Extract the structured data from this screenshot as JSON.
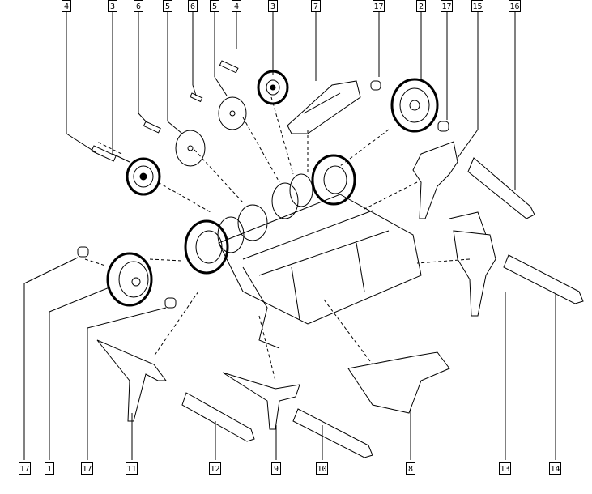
{
  "top_callouts": [
    "4",
    "3",
    "6",
    "5",
    "6",
    "5",
    "4",
    "3",
    "7",
    "17",
    "2",
    "17",
    "15",
    "16"
  ],
  "bottom_callouts": [
    "17",
    "1",
    "17",
    "11",
    "12",
    "9",
    "10",
    "8",
    "13",
    "14"
  ],
  "colors": {
    "line": "#000000",
    "background": "#ffffff"
  }
}
